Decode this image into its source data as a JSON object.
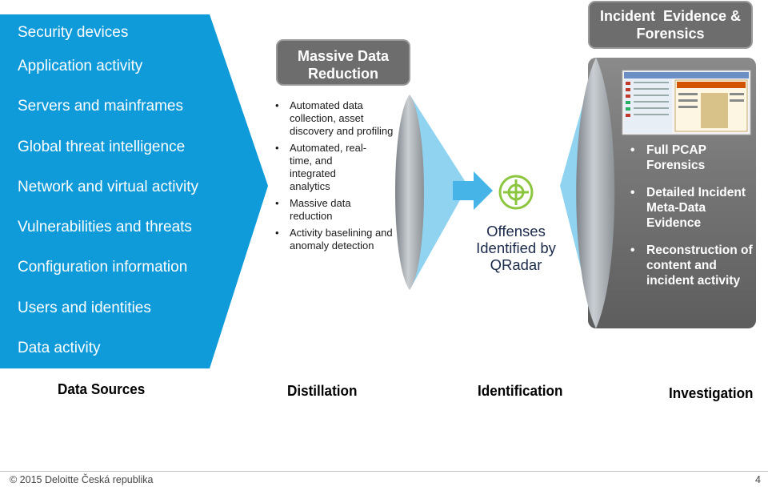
{
  "data_sources": {
    "items": [
      "Security devices",
      "Application activity",
      "Servers and mainframes",
      "Global threat intelligence",
      "Network and virtual activity",
      "Vulnerabilities and threats",
      "Configuration information",
      "Users and identities",
      "Data activity"
    ]
  },
  "distillation": {
    "badge": [
      "Massive Data",
      "Reduction"
    ],
    "bullets": [
      "Automated data collection, asset discovery and profiling",
      "Automated, real-time, and integrated analytics",
      "Massive data reduction",
      "Activity baselining and anomaly detection"
    ]
  },
  "identification": {
    "icon": "crosshair-target-icon",
    "text": "Offenses Identified by QRadar"
  },
  "investigation": {
    "badge": [
      "Incident  Evidence &",
      "Forensics"
    ],
    "bullets": [
      "Full PCAP Forensics",
      "Detailed Incident Meta-Data Evidence",
      "Reconstruction of content and incident activity"
    ]
  },
  "stages": [
    "Data Sources",
    "Distillation",
    "Identification",
    "Investigation"
  ],
  "footer": {
    "copyright": "© 2015 Deloitte Česká republika",
    "page": "4"
  },
  "colors": {
    "blue": "#0f9ad9",
    "light_blue": "#8fd3f0",
    "gray_badge": "#6d6d6d",
    "gray_panel": "#707070",
    "target_green": "#8cc63f"
  }
}
